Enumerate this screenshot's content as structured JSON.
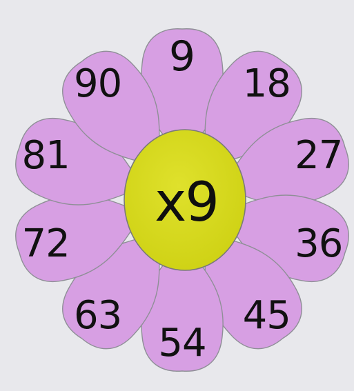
{
  "center_label": "x9",
  "petals": [
    "9",
    "18",
    "27",
    "36",
    "45",
    "54",
    "63",
    "72",
    "81",
    "90"
  ],
  "colors": {
    "background": "#e8e8ec",
    "petal_fill": "#dba5e6",
    "petal_highlight": "#f3d7f5",
    "petal_outline": "#8f8f97",
    "center_fill": "#d7db1d",
    "text": "#111111"
  }
}
